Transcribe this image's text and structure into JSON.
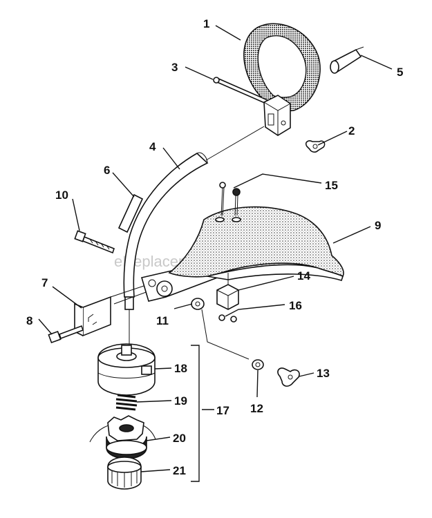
{
  "watermark": "eReplacementParts.com",
  "callouts": [
    "1",
    "2",
    "3",
    "4",
    "5",
    "6",
    "7",
    "8",
    "9",
    "10",
    "11",
    "12",
    "13",
    "14",
    "15",
    "16",
    "17",
    "18",
    "19",
    "20",
    "21"
  ],
  "colors": {
    "ink": "#111111",
    "watermark": "#c9c9c9",
    "background": "#ffffff"
  }
}
